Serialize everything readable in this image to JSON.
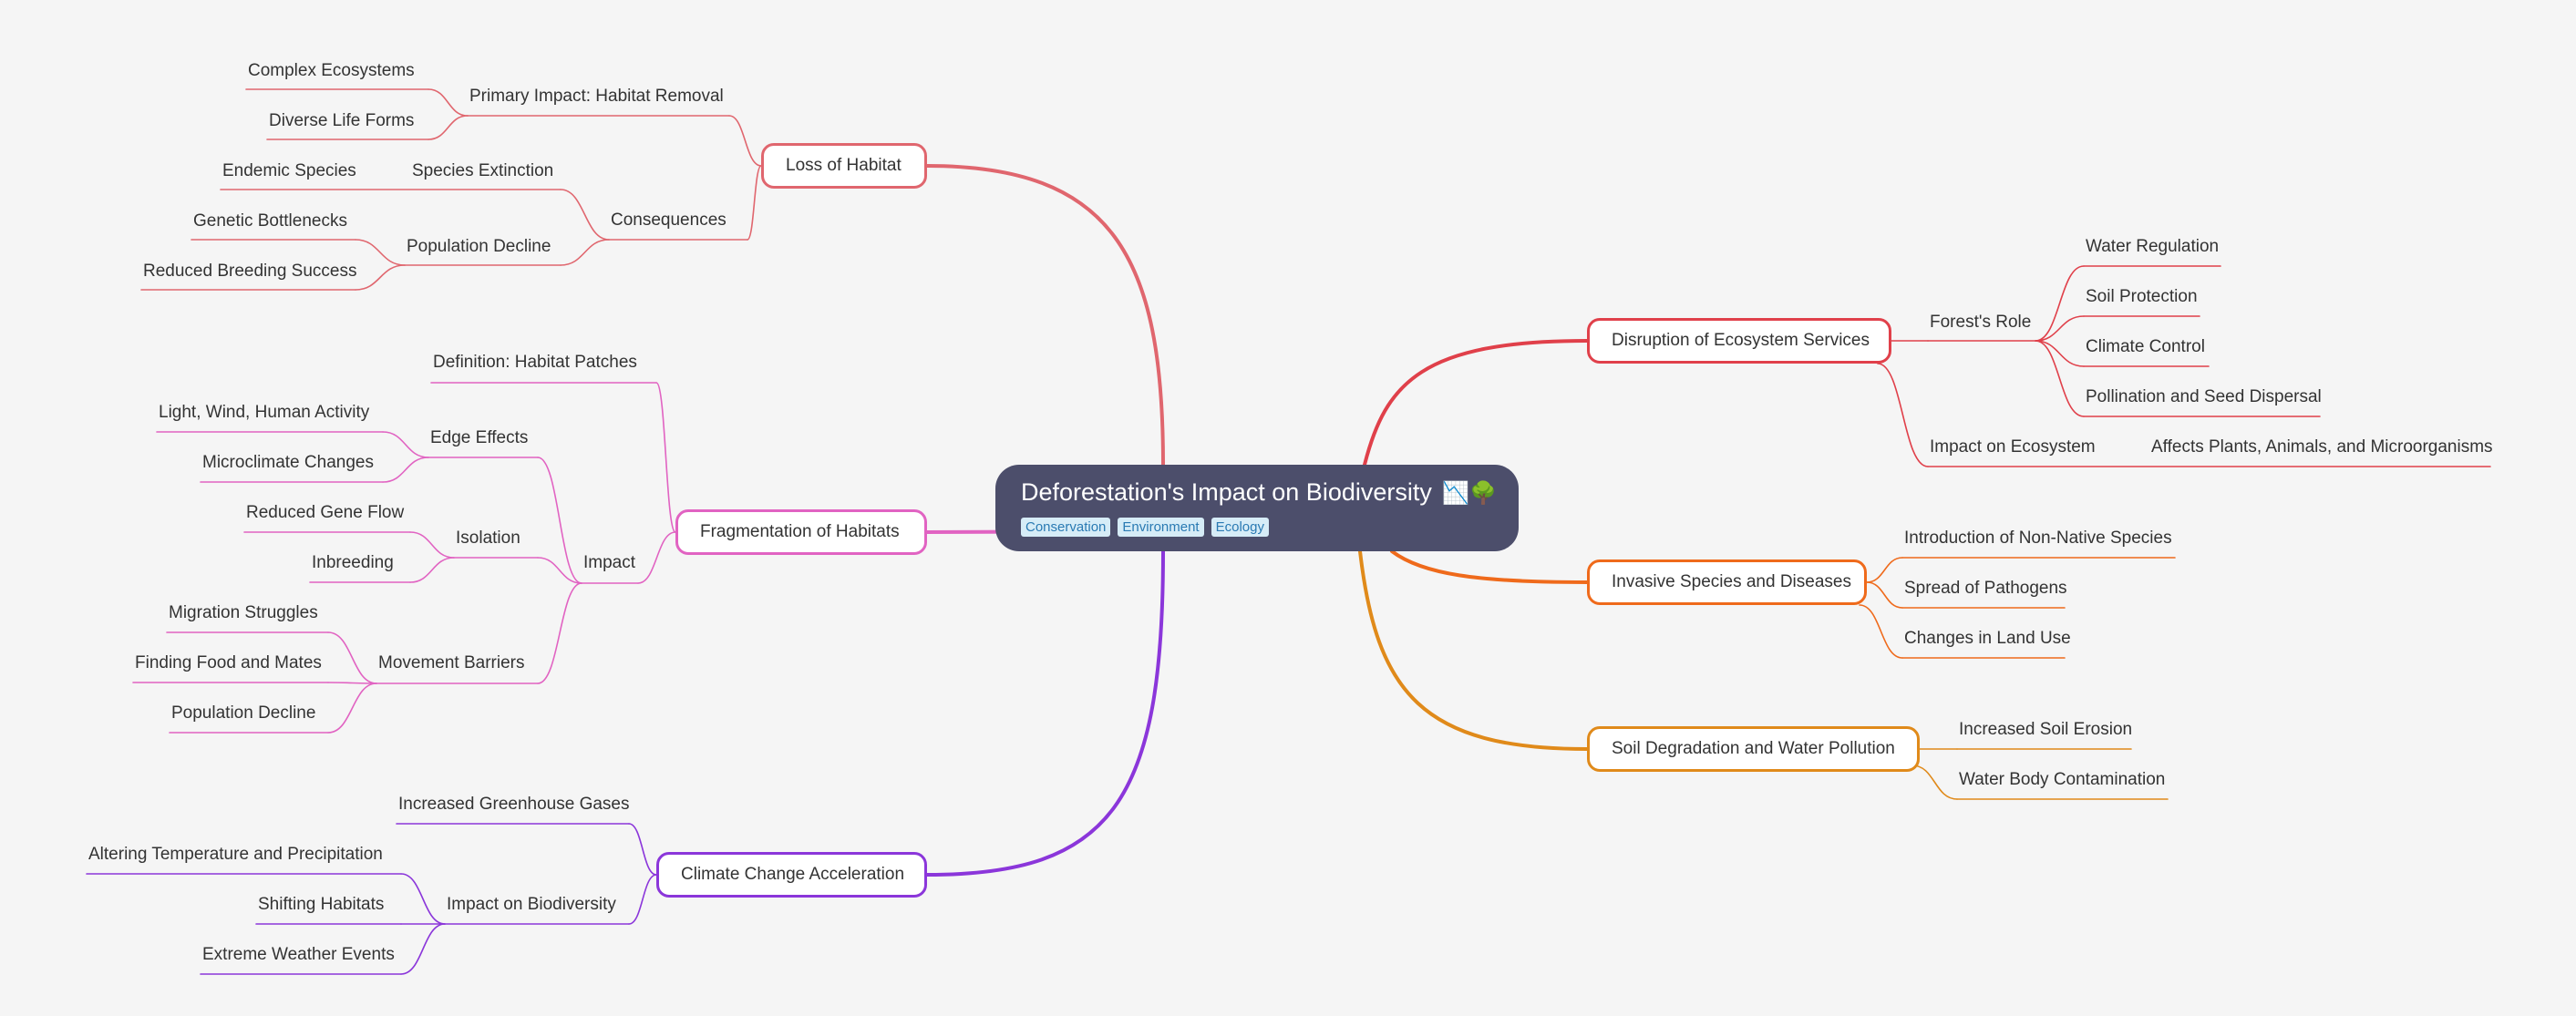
{
  "root": {
    "title": "Deforestation's Impact on Biodiversity",
    "emoji": "📉🌳",
    "tags": [
      "Conservation",
      "Environment",
      "Ecology"
    ]
  },
  "colors": {
    "loss": "#e0666e",
    "fragmentation": "#e163c2",
    "climate": "#8b36da",
    "disruption": "#e0404a",
    "invasive": "#ef6a1b",
    "soil": "#e08a1a",
    "root": "#4c4e6b",
    "background": "#f5f5f5"
  },
  "branches": {
    "loss": {
      "label": "Loss of Habitat",
      "primary_impact": "Primary Impact: Habitat Removal",
      "complex_ecosystems": "Complex Ecosystems",
      "diverse_life_forms": "Diverse Life Forms",
      "consequences": "Consequences",
      "species_extinction": "Species Extinction",
      "endemic_species": "Endemic Species",
      "population_decline": "Population Decline",
      "genetic_bottlenecks": "Genetic Bottlenecks",
      "reduced_breeding": "Reduced Breeding Success"
    },
    "fragmentation": {
      "label": "Fragmentation of Habitats",
      "definition": "Definition: Habitat Patches",
      "impact": "Impact",
      "edge_effects": "Edge Effects",
      "light_wind": "Light, Wind, Human Activity",
      "microclimate": "Microclimate Changes",
      "isolation": "Isolation",
      "reduced_gene_flow": "Reduced Gene Flow",
      "inbreeding": "Inbreeding",
      "movement_barriers": "Movement Barriers",
      "migration": "Migration Struggles",
      "finding_food": "Finding Food and Mates",
      "population_decline": "Population Decline"
    },
    "climate": {
      "label": "Climate Change Acceleration",
      "greenhouse": "Increased Greenhouse Gases",
      "impact": "Impact on Biodiversity",
      "altering": "Altering Temperature and Precipitation",
      "shifting": "Shifting Habitats",
      "extreme": "Extreme Weather Events"
    },
    "disruption": {
      "label": "Disruption of Ecosystem Services",
      "forests_role": "Forest's Role",
      "water_regulation": "Water Regulation",
      "soil_protection": "Soil Protection",
      "climate_control": "Climate Control",
      "pollination": "Pollination and Seed Dispersal",
      "impact_on_ecosystem": "Impact on Ecosystem",
      "affects": "Affects Plants, Animals, and Microorganisms"
    },
    "invasive": {
      "label": "Invasive Species and Diseases",
      "introduction": "Introduction of Non-Native Species",
      "spread": "Spread of Pathogens",
      "changes": "Changes in Land Use"
    },
    "soil": {
      "label": "Soil Degradation and Water Pollution",
      "erosion": "Increased Soil Erosion",
      "contamination": "Water Body Contamination"
    }
  }
}
